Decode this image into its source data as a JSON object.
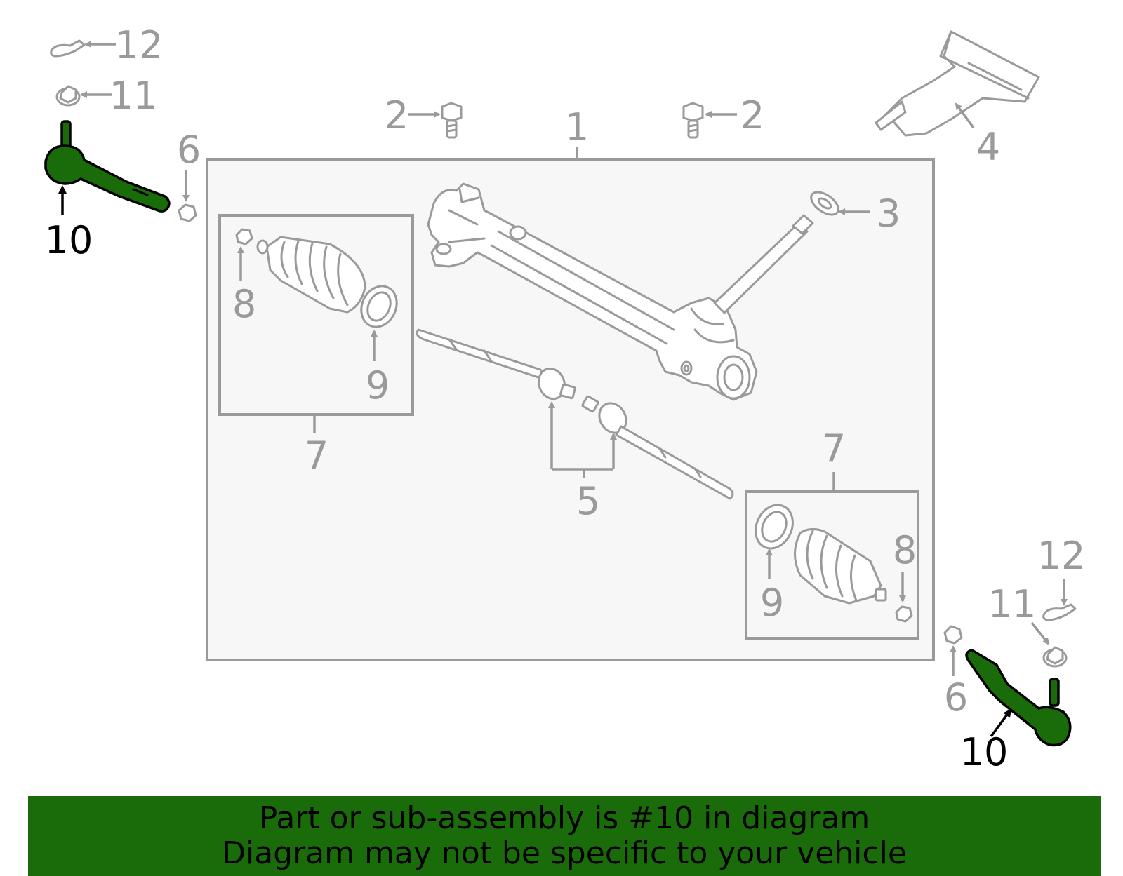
{
  "colors": {
    "highlight": "#1a6b0a",
    "banner": "#1a6b0a",
    "callout_gray": "#9a9a9a",
    "panel_fill": "#f7f7f7"
  },
  "callouts": {
    "n1": "1",
    "n2_left": "2",
    "n2_right": "2",
    "n3": "3",
    "n4": "4",
    "n5": "5",
    "n6_left": "6",
    "n6_right": "6",
    "n7_left": "7",
    "n7_right": "7",
    "n8_left": "8",
    "n8_right": "8",
    "n9_left": "9",
    "n9_right": "9",
    "n10_left": "10",
    "n10_right": "10",
    "n11_left": "11",
    "n11_right": "11",
    "n12_left": "12",
    "n12_right": "12"
  },
  "banner": {
    "line1": "Part or sub-assembly is #10 in diagram",
    "line2": "Diagram may not be specific to your vehicle"
  }
}
